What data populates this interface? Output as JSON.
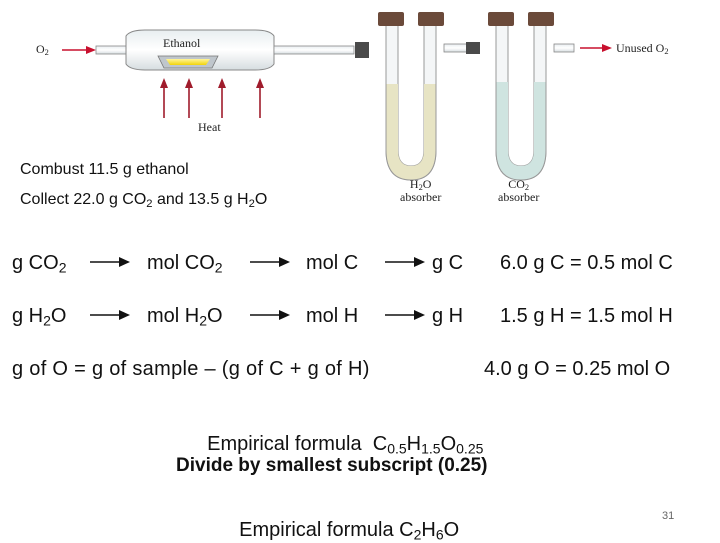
{
  "apparatus": {
    "o2_in": "O",
    "o2_in_sub": "2",
    "ethanol": "Ethanol",
    "heat": "Heat",
    "unused_o2": "Unused O",
    "unused_o2_sub": "2",
    "h2o_absorber_top": "H2O",
    "h2o_absorber_bottom": "absorber",
    "co2_absorber_top": "CO2",
    "co2_absorber_bottom": "absorber"
  },
  "caption": {
    "line1": "Combust 11.5 g ethanol",
    "line2_a": "Collect 22.0 g CO",
    "line2_sub1": "2",
    "line2_b": " and 13.5 g H",
    "line2_sub2": "2",
    "line2_c": "O"
  },
  "carbon_row": {
    "c1": "g CO",
    "c1_sub": "2",
    "c2": "mol CO",
    "c2_sub": "2",
    "c3": "mol C",
    "c4": "g C",
    "result": "6.0 g C = 0.5 mol C"
  },
  "hydrogen_row": {
    "c1a": "g H",
    "c1_sub": "2",
    "c1b": "O",
    "c2a": "mol H",
    "c2_sub": "2",
    "c2b": "O",
    "c3": "mol H",
    "c4": "g H",
    "result": "1.5 g H = 1.5 mol H"
  },
  "oxygen_row": {
    "equation": "g of O = g of sample – (g of C + g of H)",
    "result": "4.0 g O = 0.25 mol O"
  },
  "empirical1": {
    "label": "Empirical formula  ",
    "c": "C",
    "c_sub": "0.5",
    "h": "H",
    "h_sub": "1.5",
    "o": "O",
    "o_sub": "0.25"
  },
  "divide": "Divide by smallest subscript (0.25)",
  "empirical2": {
    "label": "Empirical formula ",
    "c": "C",
    "c_sub": "2",
    "h": "H",
    "h_sub": "6",
    "o": "O"
  },
  "page_number": "31"
}
